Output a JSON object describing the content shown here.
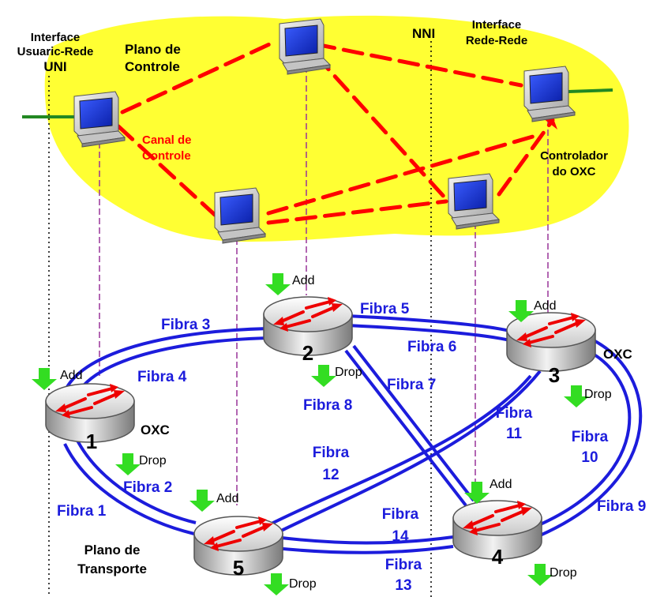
{
  "labels": {
    "uni_interface": "Interface",
    "uni_interface2": "Usuaric-Rede",
    "uni": "UNI",
    "plano_controle": "Plano de",
    "plano_controle2": "Controle",
    "canal_controle": "Canal de",
    "canal_controle2": "Controle",
    "nni": "NNI",
    "nni_interface": "Interface",
    "nni_interface2": "Rede-Rede",
    "controlador": "Controlador",
    "controlador2": "do OXC",
    "plano_transporte": "Plano de",
    "plano_transporte2": "Transporte",
    "oxc": "OXC",
    "add": "Add",
    "drop": "Drop"
  },
  "nodes": [
    "1",
    "2",
    "3",
    "4",
    "5"
  ],
  "fibers": {
    "f1": "Fibra 1",
    "f2": "Fibra 2",
    "f3": "Fibra 3",
    "f4": "Fibra 4",
    "f5": "Fibra 5",
    "f6": "Fibra 6",
    "f7": "Fibra 7",
    "f8": "Fibra 8",
    "f9": "Fibra 9",
    "f10a": "Fibra",
    "f10b": "10",
    "f11a": "Fibra",
    "f11b": "11",
    "f12a": "Fibra",
    "f12b": "12",
    "f13a": "Fibra",
    "f13b": "13",
    "f14a": "Fibra",
    "f14b": "14"
  },
  "colors": {
    "control_plane": "#ffff33",
    "control_channel": "#ff0000",
    "fiber": "#1c1cdc",
    "add_drop_arrow": "#33dd22",
    "access_line": "#228822",
    "vertical_link": "#993399"
  }
}
